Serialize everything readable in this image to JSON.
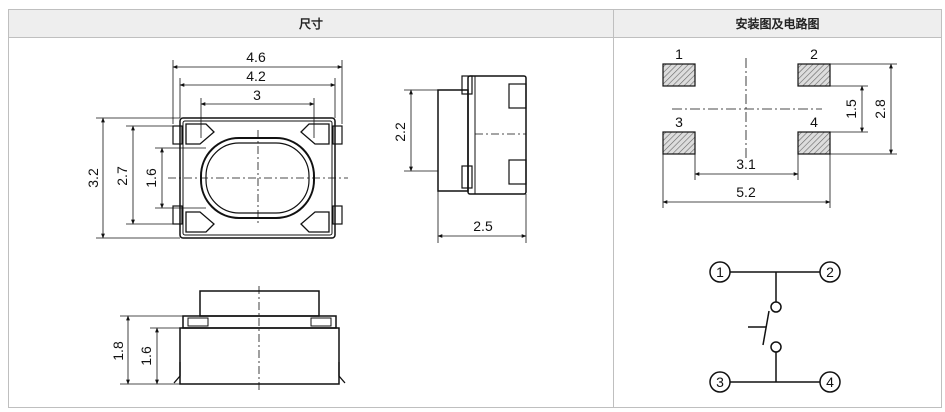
{
  "headers": {
    "dimensions": "尺寸",
    "layout_and_circuit": "安装图及电路图"
  },
  "top_view": {
    "overall_width": "4.6",
    "body_width": "4.2",
    "dome_width": "3",
    "overall_height": "3.2",
    "body_height": "2.7",
    "dome_height": "1.6"
  },
  "side_view": {
    "height": "2.2",
    "depth": "2.5"
  },
  "front_view": {
    "total_height": "1.8",
    "body_height": "1.6"
  },
  "pad_layout": {
    "pins": [
      "1",
      "2",
      "3",
      "4"
    ],
    "pad_pitch_vertical": "1.5",
    "overall_height": "2.8",
    "inner_width": "3.1",
    "overall_width": "5.2"
  },
  "circuit": {
    "pins": [
      "1",
      "2",
      "3",
      "4"
    ]
  }
}
